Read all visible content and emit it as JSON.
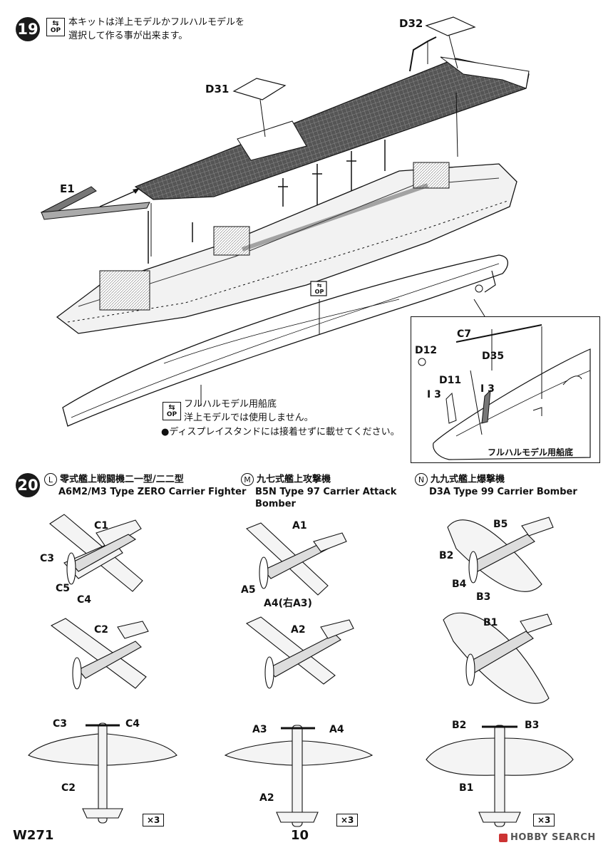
{
  "step19": {
    "number": "19",
    "op": "OP",
    "note_line1": "本キットは洋上モデルかフルハルモデルを",
    "note_line2": "選択して作る事が出来ます。",
    "parts": {
      "d32": "D32",
      "d31": "D31",
      "e1": "E1"
    },
    "op_marker": "OP",
    "hull_note_title": "フルハルモデル用船底",
    "hull_note_line2": "洋上モデルでは使用しません。",
    "hull_note_line3": "●ディスプレイスタンドには接着せずに載せてください。",
    "detail": {
      "c7": "C7",
      "d12": "D12",
      "d35": "D35",
      "d11": "D11",
      "i3a": "I 3",
      "i3b": "I 3",
      "caption": "フルハルモデル用船底"
    }
  },
  "step20": {
    "number": "20",
    "aircraft": [
      {
        "letter": "L",
        "title_jp": "零式艦上戦闘機二一型/二二型",
        "title_en": "A6M2/M3 Type ZERO Carrier Fighter",
        "labels": {
          "a": "C1",
          "b": "C3",
          "c": "C5",
          "d": "C4",
          "e": "C2",
          "f": "C3",
          "g": "C4",
          "h": "C2"
        },
        "qty": "×3"
      },
      {
        "letter": "M",
        "title_jp": "九七式艦上攻撃機",
        "title_en": "B5N Type 97 Carrier Attack",
        "title_en2": "Bomber",
        "labels": {
          "a": "A1",
          "b": "A5",
          "c": "A4(右A3)",
          "d": "A2",
          "e": "A3",
          "f": "A4",
          "g": "A2"
        },
        "qty": "×3"
      },
      {
        "letter": "N",
        "title_jp": "九九式艦上爆撃機",
        "title_en": "D3A Type 99 Carrier Bomber",
        "labels": {
          "a": "B5",
          "b": "B2",
          "c": "B4",
          "d": "B3",
          "e": "B1",
          "f": "B2",
          "g": "B3",
          "h": "B1"
        },
        "qty": "×3"
      }
    ]
  },
  "footer": {
    "code": "W271",
    "page": "10",
    "watermark": "HOBBY SEARCH"
  }
}
